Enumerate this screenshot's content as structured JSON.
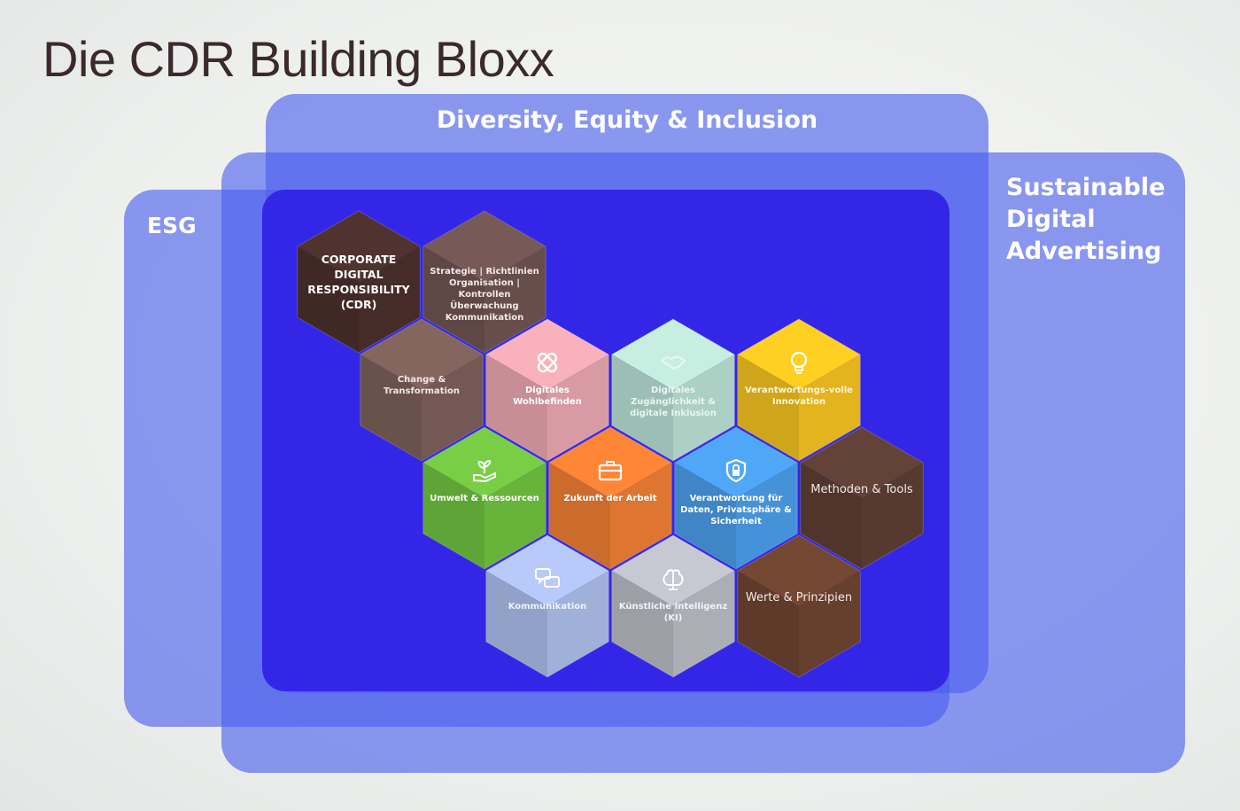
{
  "title": "Die CDR Building Bloxx",
  "regions": {
    "dei": "Diversity, Equity & Inclusion",
    "esg": "ESG",
    "sda": "Sustainable Digital Advertising"
  },
  "hexagons": [
    {
      "key": "cdr",
      "label": "CORPORATE DIGITAL RESPONSIBILITY (CDR)",
      "color": "#4a2f2b",
      "text_color": "#ffffff",
      "icon": ""
    },
    {
      "key": "strategie",
      "label": "Strategie | Richtlinien Organisation | Kontrollen Überwachung Kommunikation",
      "color": "#6e5350",
      "text_color": "#f3e9e6",
      "icon": ""
    },
    {
      "key": "change",
      "label": "Change & Transformation",
      "color": "#7a5e58",
      "text_color": "#f3e9e6",
      "icon": ""
    },
    {
      "key": "wohlbefinden",
      "label": "Digitales Wohlbefinden",
      "color": "#e7a5ad",
      "text_color": "#ffffff",
      "icon": "bandage-icon"
    },
    {
      "key": "inklusion",
      "label": "Digitales Zugänglichkeit & digitale Inklusion",
      "color": "#b7ddd1",
      "text_color": "#e9f6f1",
      "icon": "handshake-icon"
    },
    {
      "key": "innovation",
      "label": "Verantwortungs-volle Innovation",
      "color": "#f1c01f",
      "text_color": "#fff6d6",
      "icon": "lightbulb-icon"
    },
    {
      "key": "umwelt",
      "label": "Umwelt & Ressourcen",
      "color": "#6fbf3f",
      "text_color": "#ffffff",
      "icon": "seedling-hand-icon"
    },
    {
      "key": "zukunft",
      "label": "Zukunft der Arbeit",
      "color": "#ec7c33",
      "text_color": "#ffffff",
      "icon": "briefcase-icon"
    },
    {
      "key": "daten",
      "label": "Verantwortung für Daten, Privatsphäre & Sicherheit",
      "color": "#4a9be6",
      "text_color": "#ffffff",
      "icon": "shield-lock-icon"
    },
    {
      "key": "methoden",
      "label": "Methoden & Tools",
      "color": "#5c3e33",
      "text_color": "#f3e9e6",
      "icon": ""
    },
    {
      "key": "kommunikation",
      "label": "Kommunikation",
      "color": "#a9bbe7",
      "text_color": "#eef2ff",
      "icon": "chat-bubbles-icon"
    },
    {
      "key": "ki",
      "label": "Künstliche Intelligenz (KI)",
      "color": "#b7b9c2",
      "text_color": "#f2f3f7",
      "icon": "ai-brain-icon"
    },
    {
      "key": "werte",
      "label": "Werte & Prinzipien",
      "color": "#6c4330",
      "text_color": "#f3e9e6",
      "icon": ""
    }
  ]
}
